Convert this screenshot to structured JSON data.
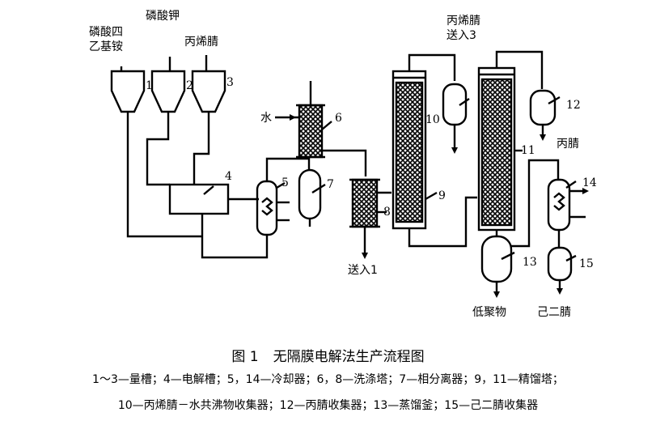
{
  "diagram": {
    "labels": {
      "tetraethylammonium_phosphate_line1": "磷酸四",
      "tetraethylammonium_phosphate_line2": "乙基铵",
      "potassium_phosphate": "磷酸钾",
      "acrylonitrile_top": "丙烯腈",
      "water": "水",
      "acrylonitrile_azeo_line1": "丙烯腈",
      "acrylonitrile_azeo_line2": "送入3",
      "propionitrile": "丙腈",
      "send_to_1": "送入1",
      "low_polymer": "低聚物",
      "adiponitrile": "己二腈"
    },
    "unit_numbers": [
      "1",
      "2",
      "3",
      "4",
      "5",
      "6",
      "7",
      "8",
      "9",
      "10",
      "11",
      "12",
      "13",
      "14",
      "15"
    ]
  },
  "caption": {
    "figure_number": "图 1",
    "figure_title": "无隔膜电解法生产流程图",
    "legend_line1": "1～3—量槽；4—电解槽；5，14—冷却器；6，8—洗涤塔；7—相分离器；9，11—精馏塔；",
    "legend_line2": "10—丙烯腈－水共沸物收集器；12—丙腈收集器；13—蒸馏釜；15—己二腈收集器"
  }
}
